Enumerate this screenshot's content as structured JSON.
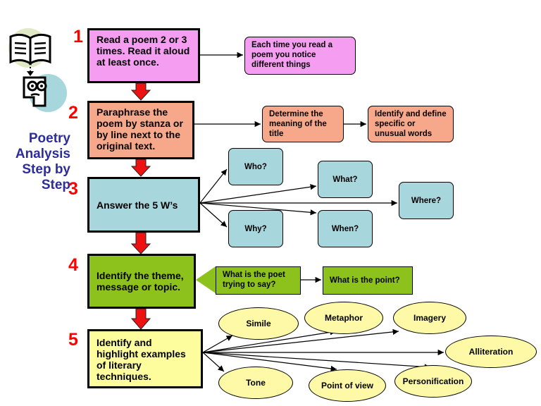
{
  "title": [
    "Poetry",
    "Analysis",
    "Step by",
    "Step"
  ],
  "numbers": [
    "1",
    "2",
    "3",
    "4",
    "5"
  ],
  "steps": {
    "s1": "Read a poem 2 or 3 times.  Read it aloud at least once.",
    "s2": "Paraphrase the poem by stanza or by line next to the original text.",
    "s3": "Answer the 5 W’s",
    "s4": "Identify the theme, message or topic.",
    "s5": "Identify and highlight examples of literary techniques."
  },
  "branches": {
    "s1": [
      "Each time you read a poem you notice different things"
    ],
    "s2": [
      "Determine the meaning of the title",
      "Identify and define specific or unusual words"
    ],
    "s3": [
      "Who?",
      "What?",
      "Where?",
      "Why?",
      "When?"
    ],
    "s4": [
      "What is the poet trying to say?",
      "What is the point?"
    ],
    "s5": [
      "Simile",
      "Metaphor",
      "Imagery",
      "Alliteration",
      "Tone",
      "Point of view",
      "Personification"
    ]
  },
  "colors": {
    "step1": "#f59df1",
    "step2": "#f7a88a",
    "step3": "#a8d6dd",
    "step4": "#8dc21d",
    "step5": "#fdfd9e",
    "ellipse": "#fdf9a6",
    "number": "#ff0000",
    "title": "#2c2c9a",
    "arrow_down": "#ee1111"
  },
  "icons": [
    "open-book-icon",
    "reading-face-icon"
  ]
}
